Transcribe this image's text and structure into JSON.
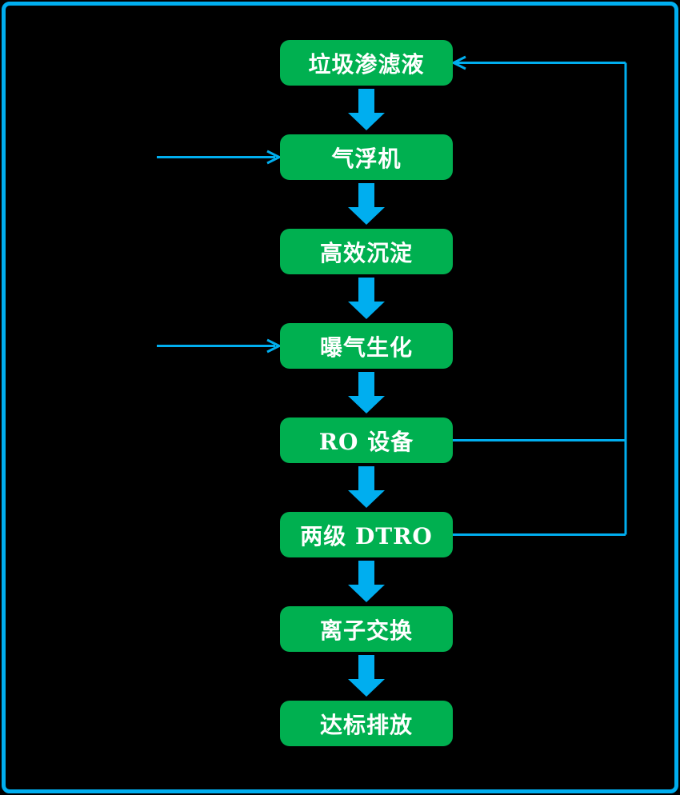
{
  "page": {
    "background_color": "#000000",
    "border_color": "#00AEEF"
  },
  "diagram": {
    "type": "flowchart",
    "node_fill_color": "#00B050",
    "node_text_color": "#FFFFFF",
    "arrow_color": "#00AEEF",
    "nodes": [
      {
        "id": "leachate",
        "label": "垃圾渗滤液"
      },
      {
        "id": "air-flotation",
        "label": "气浮机"
      },
      {
        "id": "sedimentation",
        "label": "高效沉淀"
      },
      {
        "id": "aeration",
        "label": "曝气生化"
      },
      {
        "id": "ro-unit",
        "label": "RO 设备"
      },
      {
        "id": "dtro",
        "label": "两级 DTRO"
      },
      {
        "id": "ion-exchange",
        "label": "离子交换"
      },
      {
        "id": "discharge",
        "label": "达标排放"
      }
    ],
    "connections": [
      {
        "from": "leachate",
        "to": "air-flotation",
        "style": "block-arrow-down"
      },
      {
        "from": "air-flotation",
        "to": "sedimentation",
        "style": "block-arrow-down"
      },
      {
        "from": "sedimentation",
        "to": "aeration",
        "style": "block-arrow-down"
      },
      {
        "from": "aeration",
        "to": "ro-unit",
        "style": "block-arrow-down"
      },
      {
        "from": "ro-unit",
        "to": "dtro",
        "style": "block-arrow-down"
      },
      {
        "from": "dtro",
        "to": "ion-exchange",
        "style": "block-arrow-down"
      },
      {
        "from": "ion-exchange",
        "to": "discharge",
        "style": "block-arrow-down"
      },
      {
        "from": "external-left",
        "to": "air-flotation",
        "style": "thin-arrow-right"
      },
      {
        "from": "external-left",
        "to": "aeration",
        "style": "thin-arrow-right"
      },
      {
        "from": "ro-unit",
        "to": "leachate",
        "style": "thin-feedback-loop"
      },
      {
        "from": "dtro",
        "to": "leachate",
        "style": "thin-feedback-loop"
      }
    ]
  }
}
